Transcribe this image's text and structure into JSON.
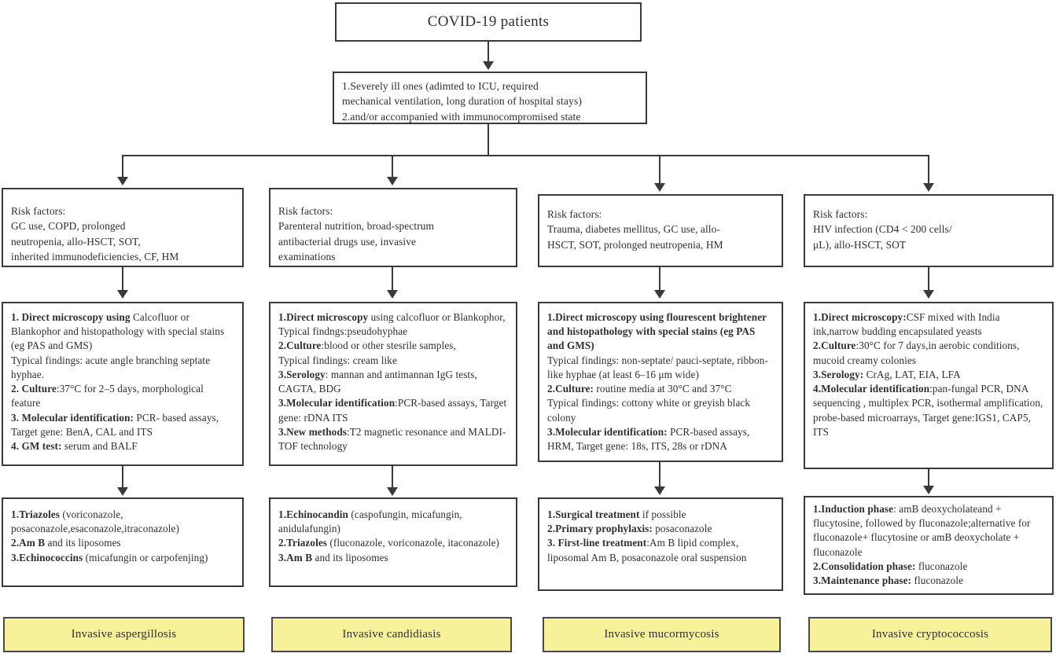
{
  "figure": {
    "type": "flowchart",
    "orientation": "top-down",
    "columns": 4,
    "accent_box_color": "#f7f29a",
    "line_color": "#3a3a3a"
  },
  "root": {
    "title": "COVID-19 patients"
  },
  "criteria": {
    "lines": [
      "1.Severely ill ones (adimted to ICU, required",
      "mechanical ventilation, long duration of hospital stays)",
      "2.and/or accompanied with immunocompromised state"
    ]
  },
  "columns": [
    {
      "id": "aspergillosis",
      "risk": {
        "heading": "Risk factors:",
        "lines": [
          "GC use, COPD, prolonged",
          "neutropenia, allo-HSCT,  SOT,",
          "inherited immunodeficiencies, CF, HM"
        ]
      },
      "diagnostics": [
        {
          "bold": "1. Direct microscopy using ",
          "rest": "Calcofluor or Blankophor and histopathology with special stains (eg PAS and GMS)"
        },
        {
          "bold": "",
          "rest": "Typical findings: acute angle branching septate hyphae."
        },
        {
          "bold": "2. Culture",
          "rest": ":37°C for 2–5 days, morphological feature"
        },
        {
          "bold": "3. Molecular identification:",
          "rest": " PCR- based assays, Target gene: BenA, CAL and ITS"
        },
        {
          "bold": "4. GM test:",
          "rest": " serum and BALF"
        }
      ],
      "treatment": [
        {
          "bold": "1.Triazoles",
          "rest": " (voriconazole, posaconazole,esaconazole,itraconazole)"
        },
        {
          "bold": "2.Am B",
          "rest": " and its liposomes"
        },
        {
          "bold": "3.Echinococcins",
          "rest": " (micafungin or carpofenjing)"
        }
      ],
      "outcome": "Invasive aspergillosis"
    },
    {
      "id": "candidiasis",
      "risk": {
        "heading": "Risk factors:",
        "lines": [
          "Parenteral nutrition, broad-spectrum",
          "antibacterial drugs use,  invasive",
          "examinations"
        ]
      },
      "diagnostics": [
        {
          "bold": "1.Direct microscopy",
          "rest": " using calcofluor or Blankophor,"
        },
        {
          "bold": "",
          "rest": "Typical findngs:pseudohyphae"
        },
        {
          "bold": "2.Culture",
          "rest": ":blood or other stesrile samples,"
        },
        {
          "bold": "",
          "rest": "Typical findings: cream like"
        },
        {
          "bold": "3.Serology",
          "rest": ": mannan and antimannan IgG tests, CAGTA, BDG"
        },
        {
          "bold": "3.Molecular identification",
          "rest": ":PCR-based assays, Target gene: rDNA ITS"
        },
        {
          "bold": "3.New methods",
          "rest": ":T2 magnetic resonance and MALDI-TOF technology"
        }
      ],
      "treatment": [
        {
          "bold": "1.Echinocandin",
          "rest": " (caspofungin, micafungin, anidulafungin)"
        },
        {
          "bold": "2.Triazoles",
          "rest": " (fluconazole, voriconazole, itaconazole)"
        },
        {
          "bold": "3.Am B",
          "rest": " and its liposomes"
        }
      ],
      "outcome": "Invasive candidiasis"
    },
    {
      "id": "mucormycosis",
      "risk": {
        "heading": "Risk factors:",
        "lines": [
          "Trauma, diabetes mellitus, GC use, allo-",
          "HSCT, SOT, prolonged neutropenia, HM"
        ]
      },
      "diagnostics": [
        {
          "bold": "1.Direct microscopy using flourescent brightener and histopathology with special stains (eg PAS and GMS)",
          "rest": ""
        },
        {
          "bold": "",
          "rest": "Typical findings: non-septate/ pauci-septate, ribbon-like hyphae (at least 6–16 μm wide)"
        },
        {
          "bold": "2.Culture:",
          "rest": " routine media at 30°C and 37°C"
        },
        {
          "bold": "",
          "rest": "Typical findings: cottony white or greyish black colony"
        },
        {
          "bold": "3.Molecular identification:",
          "rest": " PCR-based assays, HRM, Target gene: 18s, ITS, 28s or rDNA"
        }
      ],
      "treatment": [
        {
          "bold": "1.Surgical treatment",
          "rest": " if possible"
        },
        {
          "bold": "2.Primary prophylaxis:",
          "rest": " posaconazole"
        },
        {
          "bold": "3. First-line treatment",
          "rest": ":Am B lipid complex, liposomal Am B, posaconazole oral suspension"
        }
      ],
      "outcome": "Invasive mucormycosis"
    },
    {
      "id": "cryptococcosis",
      "risk": {
        "heading": "Risk factors:",
        "lines": [
          "HIV infection (CD4 < 200 cells/",
          "μL), allo-HSCT,  SOT"
        ]
      },
      "diagnostics": [
        {
          "bold": "1.Direct microscopy:",
          "rest": "CSF mixed with India ink,narrow budding encapsulated yeasts"
        },
        {
          "bold": "2.Culture",
          "rest": ":30°C for 7 days,in aerobic conditions, mucoid creamy colonies"
        },
        {
          "bold": "3.Serology:",
          "rest": " CrAg, LAT, EIA, LFA"
        },
        {
          "bold": "4.Molecular identification",
          "rest": ":pan-fungal PCR, DNA sequencing , multiplex PCR, isothermal amplification, probe-based microarrays, Target gene:IGS1, CAP5, ITS"
        }
      ],
      "treatment": [
        {
          "bold": "1.Induction phase",
          "rest": ": amB deoxycholateand + flucytosine, followed by fluconazole;alternative for fluconazole+ flucytosine or amB deoxycholate + fluconazole"
        },
        {
          "bold": "2.Consolidation phase:",
          "rest": " fluconazole"
        },
        {
          "bold": "3.Maintenance phase:",
          "rest": " fluconazole"
        }
      ],
      "outcome": "Invasive cryptococcosis"
    }
  ]
}
